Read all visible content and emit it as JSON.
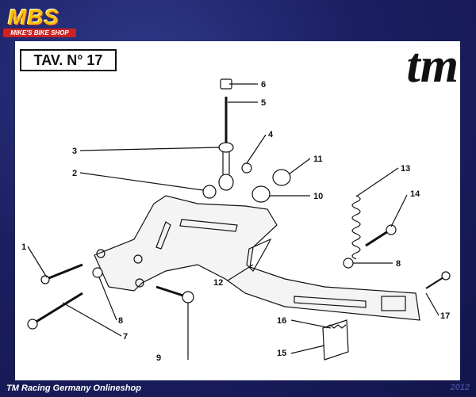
{
  "logo": {
    "main": "MBS",
    "sub": "MIKE'S BIKE SHOP"
  },
  "sheet": {
    "table_label": "TAV.  N° 17",
    "brand": "tm"
  },
  "parts": {
    "p1": "1",
    "p3": "3",
    "p2": "2",
    "p4": "4",
    "p5": "5",
    "p6": "6",
    "p7": "7",
    "p8a": "8",
    "p8b": "8",
    "p9": "9",
    "p10": "10",
    "p11": "11",
    "p12": "12",
    "p13": "13",
    "p14": "14",
    "p15": "15",
    "p16": "16",
    "p17": "17"
  },
  "footer": {
    "text": "TM Racing Germany  Onlineshop",
    "year": "2012"
  },
  "colors": {
    "background": "#1a1d5c",
    "logo_yellow": "#f5c400",
    "logo_red": "#c22"
  }
}
